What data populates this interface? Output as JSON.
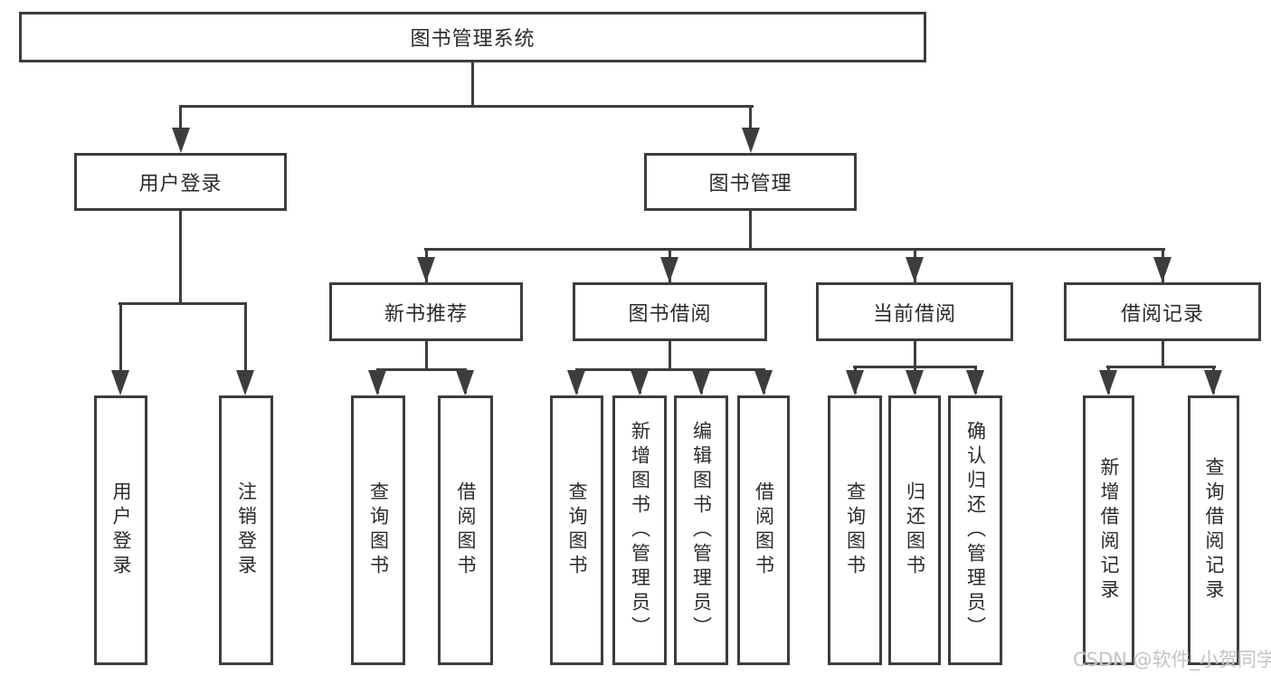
{
  "colors": {
    "line": "#3d3d3d",
    "text": "#2b2b2b",
    "background": "#ffffff",
    "watermark": "#c4c4c4"
  },
  "diagram": {
    "root": "图书管理系统",
    "level2": [
      "用户登录",
      "图书管理"
    ],
    "level3": [
      "新书推荐",
      "图书借阅",
      "当前借阅",
      "借阅记录"
    ],
    "leaves": {
      "user_login": [
        "用户登录",
        "注销登录"
      ],
      "new_book_recommend": [
        "查询图书",
        "借阅图书"
      ],
      "book_borrow": [
        "查询图书",
        "新增图书（管理员）",
        "编辑图书（管理员）",
        "借阅图书"
      ],
      "current_borrow": [
        "查询图书",
        "归还图书",
        "确认归还（管理员）"
      ],
      "borrow_record": [
        "新增借阅记录",
        "查询借阅记录"
      ]
    }
  },
  "watermark": "CSDN @软件_小贺同学"
}
